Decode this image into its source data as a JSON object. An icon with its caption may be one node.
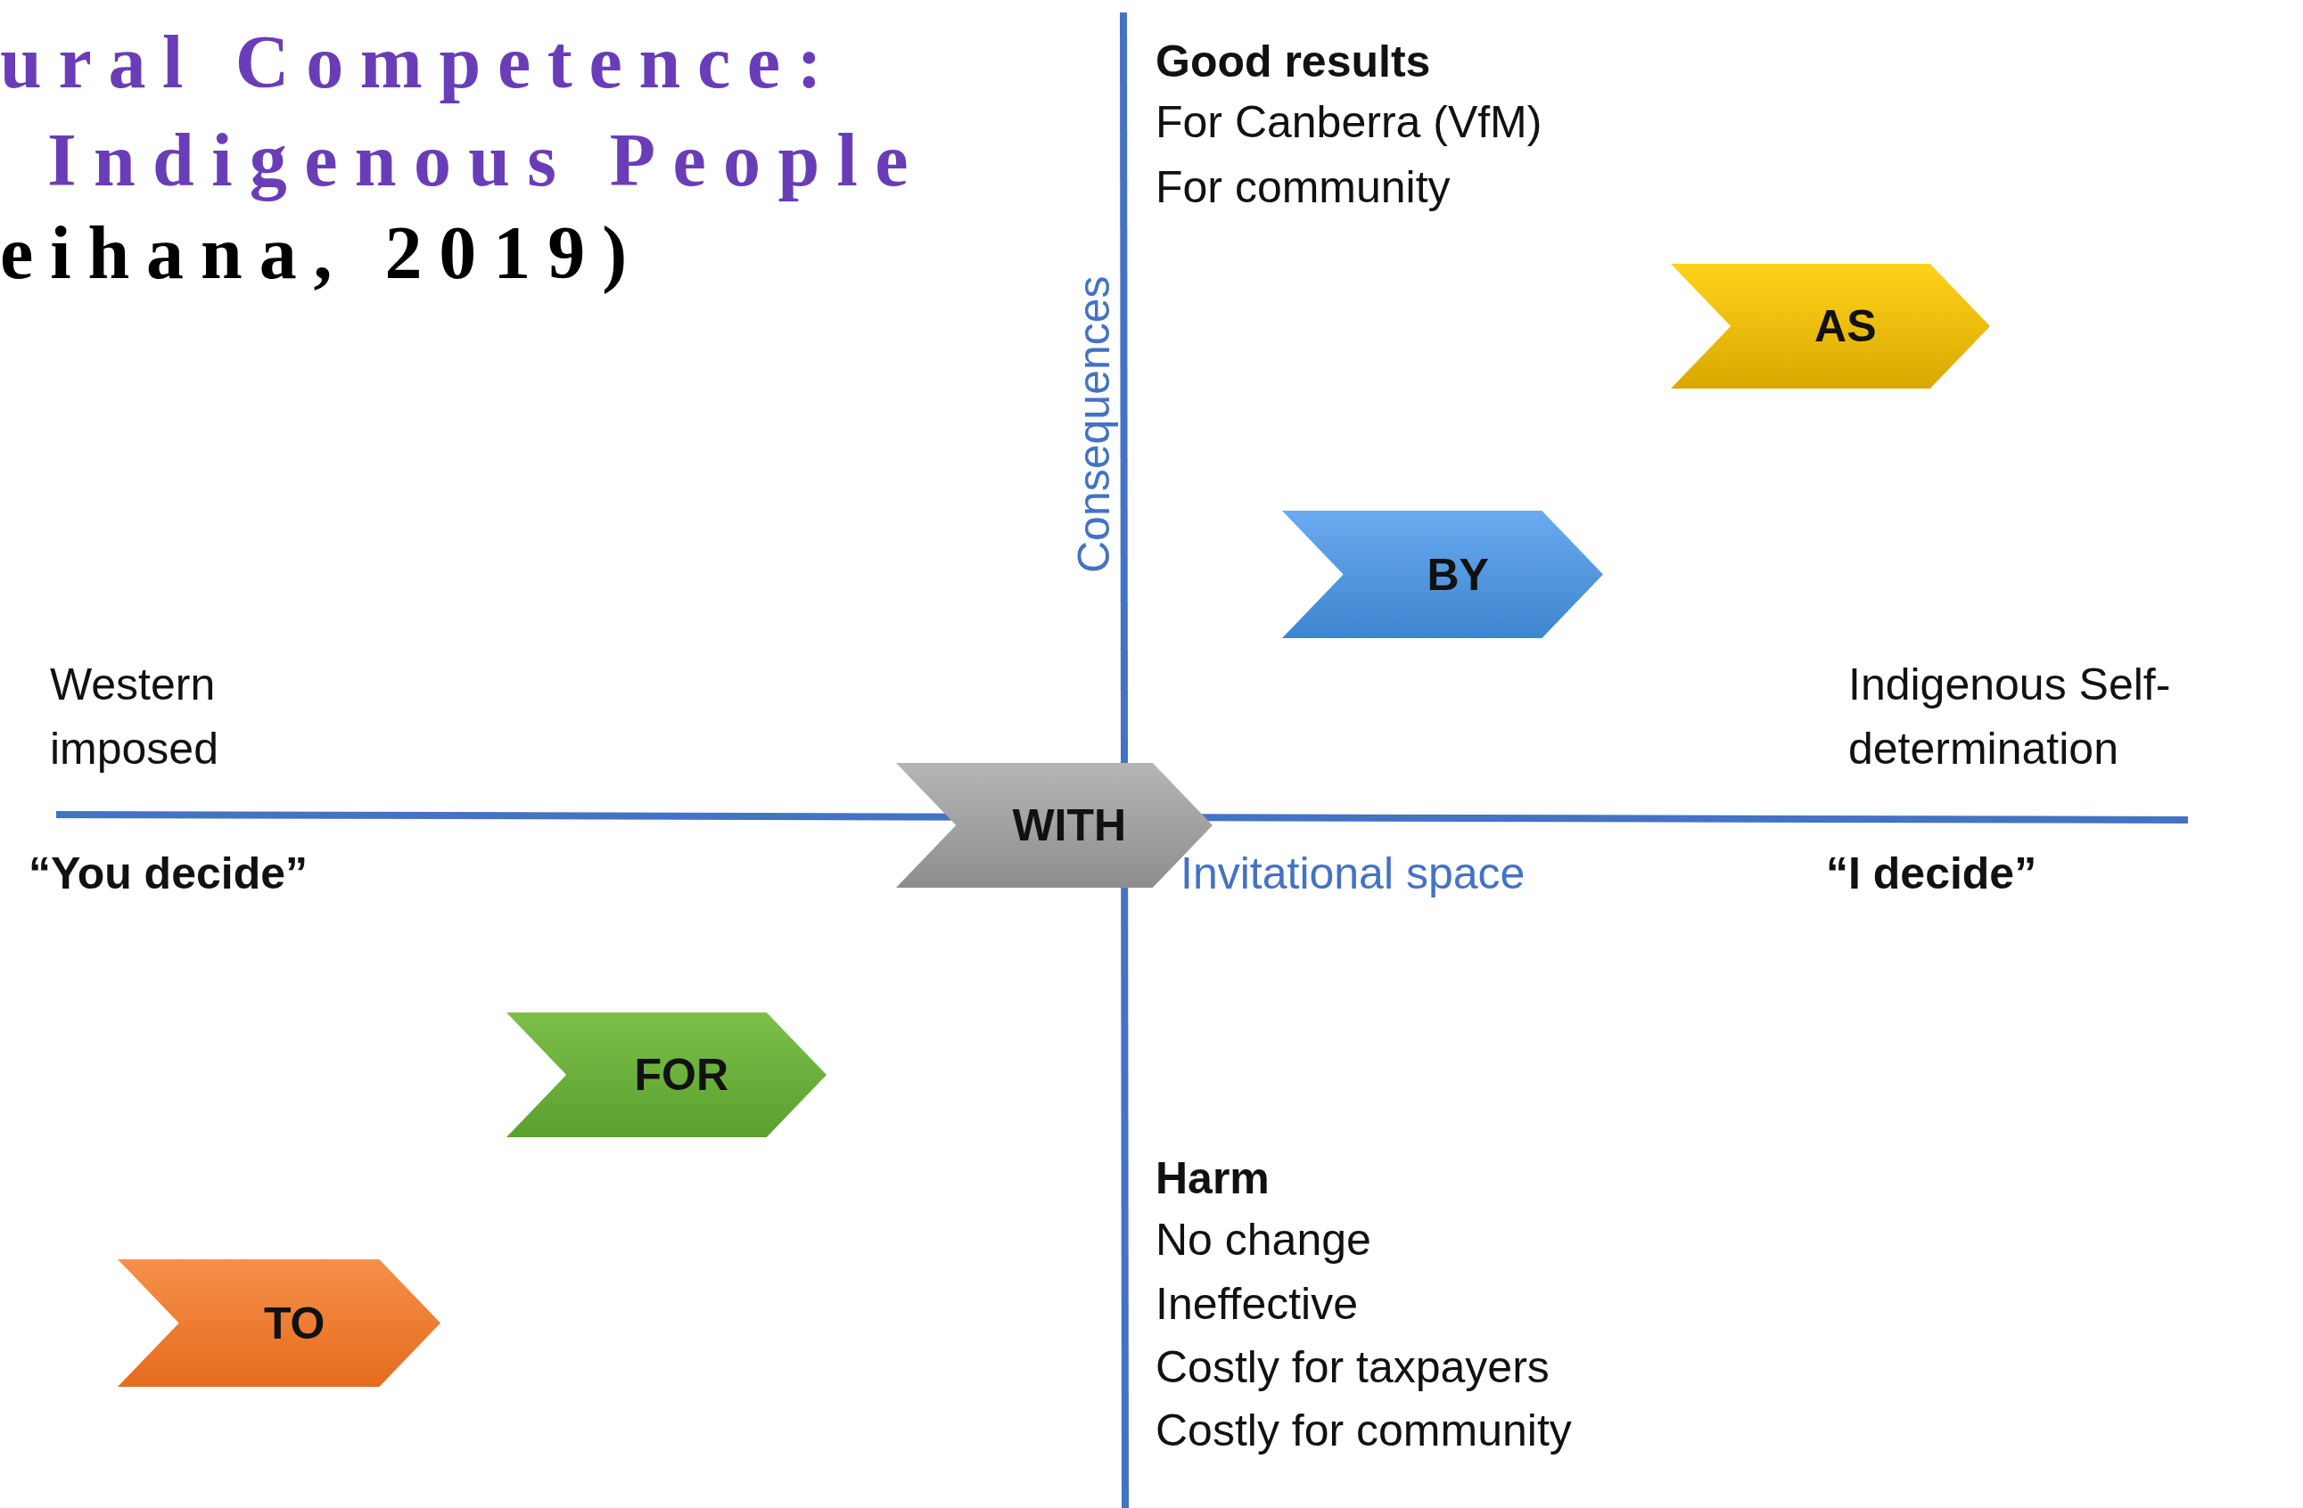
{
  "diagram": {
    "nodes": [
      {
        "text": [
          "AS"
        ]
      },
      {
        "text": [
          "BY"
        ]
      },
      {
        "text": [
          "WITH"
        ]
      },
      {
        "text": [
          "FOR"
        ]
      },
      {
        "text": [
          "TO"
        ]
      }
    ],
    "labels": [
      "ural Competence:",
      "Indigenous People",
      "eihana, 2019)",
      "Consequences",
      "Good results",
      "For Canberra (VfM)",
      "For community",
      "Western imposed",
      "Indigenous Self-determination",
      "“You decide”",
      "Invitational space",
      "“I decide”",
      "Harm",
      "No change",
      "Ineffective",
      "Costly for taxpayers",
      "Costly for community"
    ]
  }
}
